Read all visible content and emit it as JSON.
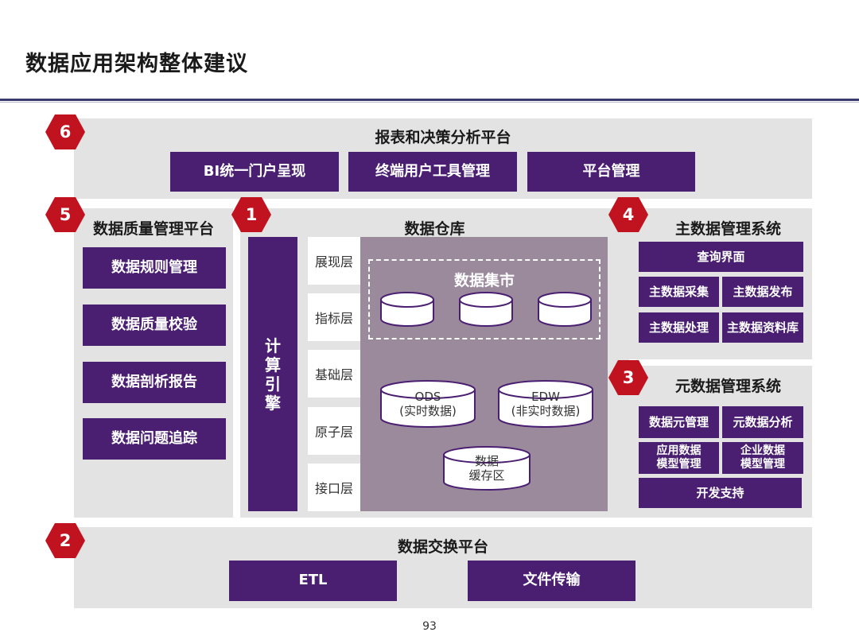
{
  "page": {
    "title": "数据应用架构整体建议",
    "page_number": "93"
  },
  "colors": {
    "primary_box": "#4a1f72",
    "badge": "#c1121f",
    "panel": "#e3e3e3",
    "warehouse_bg": "#9b8a9c"
  },
  "report_platform": {
    "badge": "6",
    "title": "报表和决策分析平台",
    "items": [
      "BI统一门户呈现",
      "终端用户工具管理",
      "平台管理"
    ]
  },
  "quality_platform": {
    "badge": "5",
    "title": "数据质量管理平台",
    "items": [
      "数据规则管理",
      "数据质量校验",
      "数据剖析报告",
      "数据问题追踪"
    ]
  },
  "warehouse": {
    "badge": "1",
    "title": "数据仓库",
    "engine": "计\n算\n引\n擎",
    "layers": [
      "展现层",
      "指标层",
      "基础层",
      "原子层",
      "接口层"
    ],
    "mart_title": "数据集市",
    "ods": {
      "line1": "ODS",
      "line2": "(实时数据)"
    },
    "edw": {
      "line1": "EDW",
      "line2": "(非实时数据)"
    },
    "cache": {
      "line1": "数据",
      "line2": "缓存区"
    }
  },
  "master_data": {
    "badge": "4",
    "title": "主数据管理系统",
    "query": "查询界面",
    "items": [
      "主数据采集",
      "主数据发布",
      "主数据处理",
      "主数据资料库"
    ]
  },
  "metadata": {
    "badge": "3",
    "title": "元数据管理系统",
    "items": [
      "数据元管理",
      "元数据分析",
      "应用数据\n模型管理",
      "企业数据\n模型管理"
    ],
    "dev": "开发支持"
  },
  "exchange": {
    "badge": "2",
    "title": "数据交换平台",
    "items": [
      "ETL",
      "文件传输"
    ]
  }
}
